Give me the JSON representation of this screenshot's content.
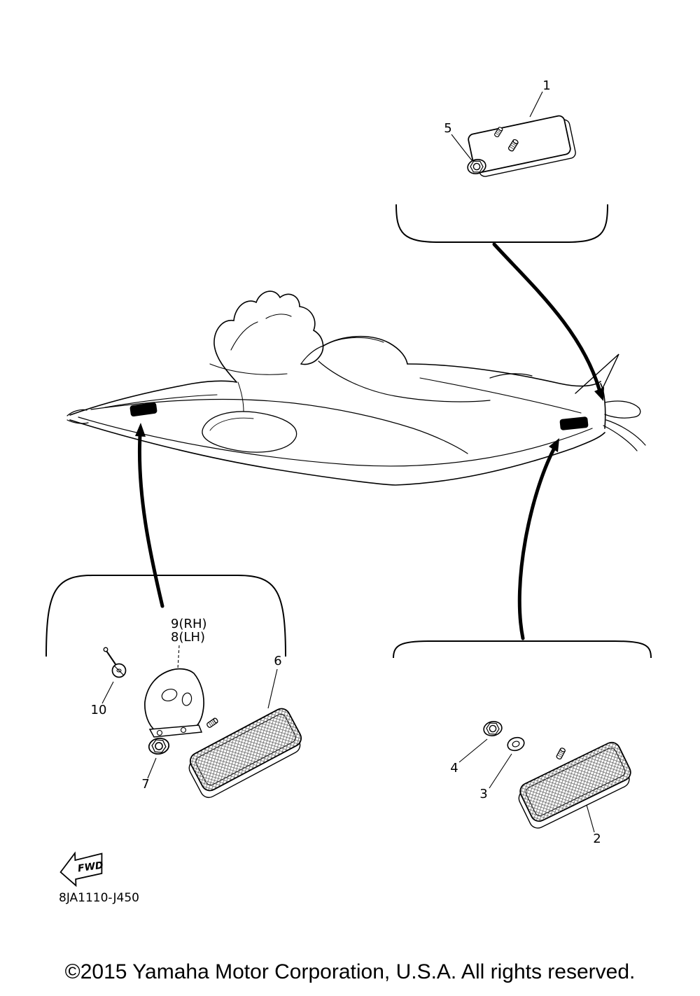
{
  "page": {
    "part_code": "8JA1110-J450",
    "copyright": "©2015 Yamaha Motor Corporation, U.S.A. All rights reserved."
  },
  "callouts": {
    "n1": "1",
    "n2": "2",
    "n3": "3",
    "n4": "4",
    "n5": "5",
    "n6": "6",
    "n7": "7",
    "n8": "8(LH)",
    "n9": "9(RH)",
    "n10": "10"
  },
  "fwd_label": "FWD",
  "colors": {
    "line": "#000000",
    "background": "#ffffff",
    "marker_fill": "#000000"
  }
}
